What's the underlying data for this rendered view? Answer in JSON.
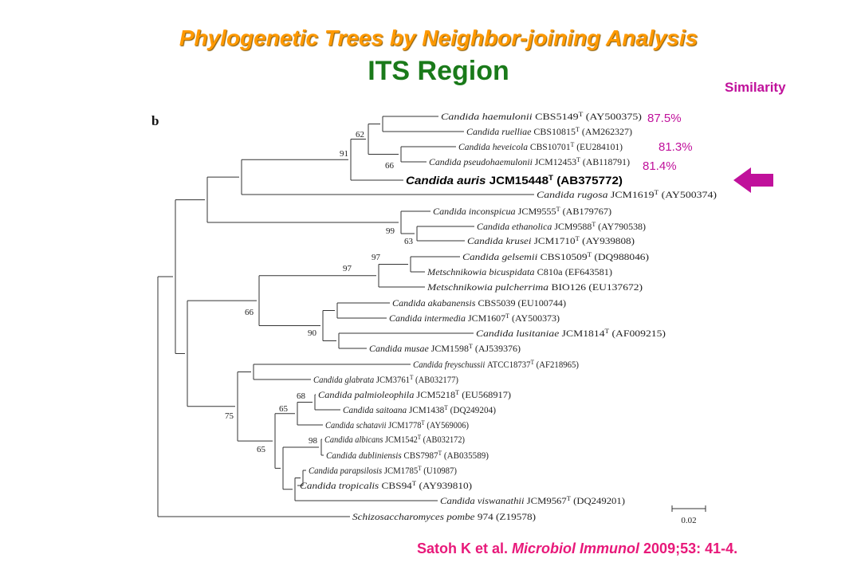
{
  "slide": {
    "title": "Phylogenetic Trees by Neighbor-joining Analysis",
    "subtitle": "ITS Region",
    "similarity_header": "Similarity",
    "panel_letter": "b",
    "citation": {
      "authors": "Satoh K et al. ",
      "journal": "Microbiol Immunol",
      "details": " 2009;53: 41-4."
    },
    "colors": {
      "title": "#ff9900",
      "subtitle": "#1a7a1a",
      "accent": "#c0119b",
      "citation": "#e8197a"
    }
  },
  "tree": {
    "leaves": [
      {
        "genus": "Candida",
        "species": "haemulonii",
        "strain": "CBS5149",
        "type": true,
        "acc": "(AY500375)"
      },
      {
        "genus": "Candida",
        "species": "ruelliae",
        "strain": "CBS10815",
        "type": true,
        "acc": "(AM262327)"
      },
      {
        "genus": "Candida",
        "species": "heveicola",
        "strain": "CBS10701",
        "type": true,
        "acc": "(EU284101)"
      },
      {
        "genus": "Candida",
        "species": "pseudohaemulonii",
        "strain": "JCM12453",
        "type": true,
        "acc": "(AB118791)"
      },
      {
        "genus": "Candida",
        "species": "auris",
        "strain": "JCM15448",
        "type": true,
        "acc": "(AB375772)",
        "highlight": true
      },
      {
        "genus": "Candida",
        "species": "rugosa",
        "strain": "JCM1619",
        "type": true,
        "acc": "(AY500374)"
      },
      {
        "genus": "Candida",
        "species": "inconspicua",
        "strain": "JCM9555",
        "type": true,
        "acc": "(AB179767)"
      },
      {
        "genus": "Candida",
        "species": "ethanolica",
        "strain": "JCM9588",
        "type": true,
        "acc": "(AY790538)"
      },
      {
        "genus": "Candida",
        "species": "krusei",
        "strain": "JCM1710",
        "type": true,
        "acc": "(AY939808)"
      },
      {
        "genus": "Candida",
        "species": "gelsemii",
        "strain": "CBS10509",
        "type": true,
        "acc": "(DQ988046)"
      },
      {
        "genus": "Metschnikowia",
        "species": "bicuspidata",
        "strain": "C810a",
        "type": false,
        "acc": "(EF643581)"
      },
      {
        "genus": "Metschnikowia",
        "species": "pulcherrima",
        "strain": "BIO126",
        "type": false,
        "acc": "(EU137672)"
      },
      {
        "genus": "Candida",
        "species": "akabanensis",
        "strain": "CBS5039",
        "type": false,
        "acc": "(EU100744)"
      },
      {
        "genus": "Candida",
        "species": "intermedia",
        "strain": "JCM1607",
        "type": true,
        "acc": "(AY500373)"
      },
      {
        "genus": "Candida",
        "species": "lusitaniae",
        "strain": "JCM1814",
        "type": true,
        "acc": "(AF009215)"
      },
      {
        "genus": "Candida",
        "species": "musae",
        "strain": "JCM1598",
        "type": true,
        "acc": "(AJ539376)"
      },
      {
        "genus": "Candida",
        "species": "freyschussii",
        "strain": "ATCC18737",
        "type": true,
        "acc": "(AF218965)"
      },
      {
        "genus": "Candida",
        "species": "glabrata",
        "strain": "JCM3761",
        "type": true,
        "acc": "(AB032177)"
      },
      {
        "genus": "Candida",
        "species": "palmioleophila",
        "strain": "JCM5218",
        "type": true,
        "acc": "(EU568917)"
      },
      {
        "genus": "Candida",
        "species": "saitoana",
        "strain": "JCM1438",
        "type": true,
        "acc": "(DQ249204)"
      },
      {
        "genus": "Candida",
        "species": "schatavii",
        "strain": "JCM1778",
        "type": true,
        "acc": "(AY569006)"
      },
      {
        "genus": "Candida",
        "species": "albicans",
        "strain": "JCM1542",
        "type": true,
        "acc": "(AB032172)"
      },
      {
        "genus": "Candida",
        "species": "dubliniensis",
        "strain": "CBS7987",
        "type": true,
        "acc": "(AB035589)"
      },
      {
        "genus": "Candida",
        "species": "parapsilosis",
        "strain": "JCM1785",
        "type": true,
        "acc": "(U10987)"
      },
      {
        "genus": "Candida",
        "species": "tropicalis",
        "strain": "CBS94",
        "type": true,
        "acc": "(AY939810)"
      },
      {
        "genus": "Candida",
        "species": "viswanathii",
        "strain": "JCM9567",
        "type": true,
        "acc": "(DQ249201)"
      },
      {
        "genus": "Schizosaccharomyces",
        "species": "pombe",
        "strain": "974",
        "type": false,
        "acc": "(Z19578)"
      }
    ],
    "bootstrap": [
      "62",
      "91",
      "66",
      "99",
      "63",
      "97",
      "97",
      "66",
      "90",
      "75",
      "68",
      "65",
      "98",
      "65"
    ],
    "similarity": [
      {
        "leaf": 0,
        "value": "87.5%"
      },
      {
        "leaf": 2,
        "value": "81.3%"
      },
      {
        "leaf": 3,
        "value": "81.4%"
      }
    ],
    "scale_bar": "0.02",
    "type_mark": "T"
  }
}
